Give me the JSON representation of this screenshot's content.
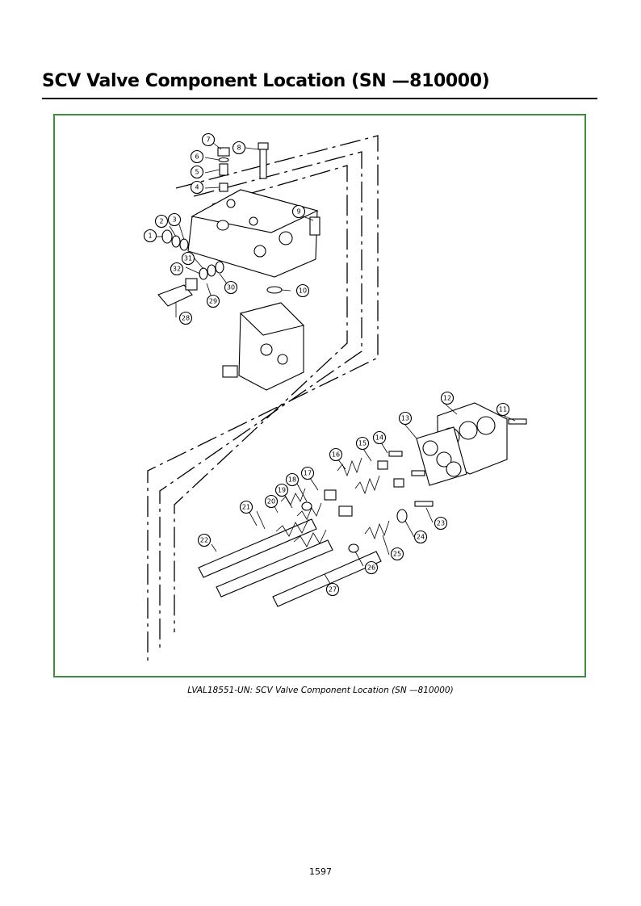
{
  "document": {
    "title": "SCV Valve Component Location (SN —810000)",
    "caption": "LVAL18551-UN: SCV Valve Component Location (SN —810000)",
    "page_number": "1597"
  },
  "figure": {
    "frame_color": "#3e8e3e",
    "callouts": [
      "1",
      "2",
      "3",
      "4",
      "5",
      "6",
      "7",
      "8",
      "9",
      "10",
      "11",
      "12",
      "13",
      "14",
      "15",
      "16",
      "17",
      "18",
      "19",
      "20",
      "21",
      "22",
      "23",
      "24",
      "25",
      "26",
      "27",
      "28",
      "29",
      "30",
      "31",
      "32"
    ]
  }
}
